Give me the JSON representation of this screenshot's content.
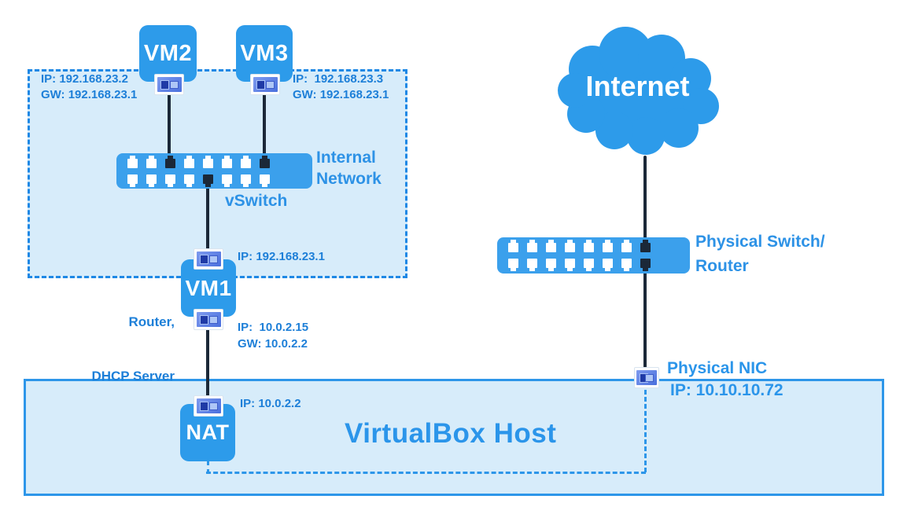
{
  "internet": {
    "label": "Internet"
  },
  "physical_switch": {
    "label_line1": "Physical Switch/",
    "label_line2": "Router"
  },
  "physical_nic": {
    "label": "Physical NIC",
    "ip": "IP: 10.10.10.72"
  },
  "host": {
    "label": "VirtualBox Host"
  },
  "nat": {
    "label": "NAT",
    "ip": "IP: 10.0.2.2"
  },
  "vm1": {
    "label": "VM1",
    "role_line1": "Router,",
    "role_line2": "DHCP Server",
    "ip_internal": "IP: 192.168.23.1",
    "ip_nat": "IP:  10.0.2.15",
    "gw_nat": "GW: 10.0.2.2"
  },
  "vm2": {
    "label": "VM2",
    "ip": "IP: 192.168.23.2",
    "gw": "GW: 192.168.23.1"
  },
  "vm3": {
    "label": "VM3",
    "ip": "IP:  192.168.23.3",
    "gw": "GW: 192.168.23.1"
  },
  "vswitch": {
    "label_line1": "Internal",
    "label_line2": "Network",
    "label_line3": "vSwitch"
  },
  "switches": {
    "vswitch": {
      "ports_per_row": 8,
      "connected_top": [
        2,
        7
      ],
      "connected_bottom": [
        4
      ]
    },
    "physical": {
      "ports_per_row": 8,
      "connected_top": [
        7
      ],
      "connected_bottom": [
        7
      ]
    }
  },
  "colors": {
    "node_blue": "#2d9bea",
    "switch_blue": "#3ba0ec",
    "zone_fill": "#d7ecfa",
    "zone_border": "#1e88e5",
    "host_border": "#2d96e9",
    "label_blue_small": "#1d7fd8",
    "label_blue_large": "#2b95ea",
    "switch_label_blue": "#2d92e6",
    "cable_dark": "#1b2838"
  }
}
